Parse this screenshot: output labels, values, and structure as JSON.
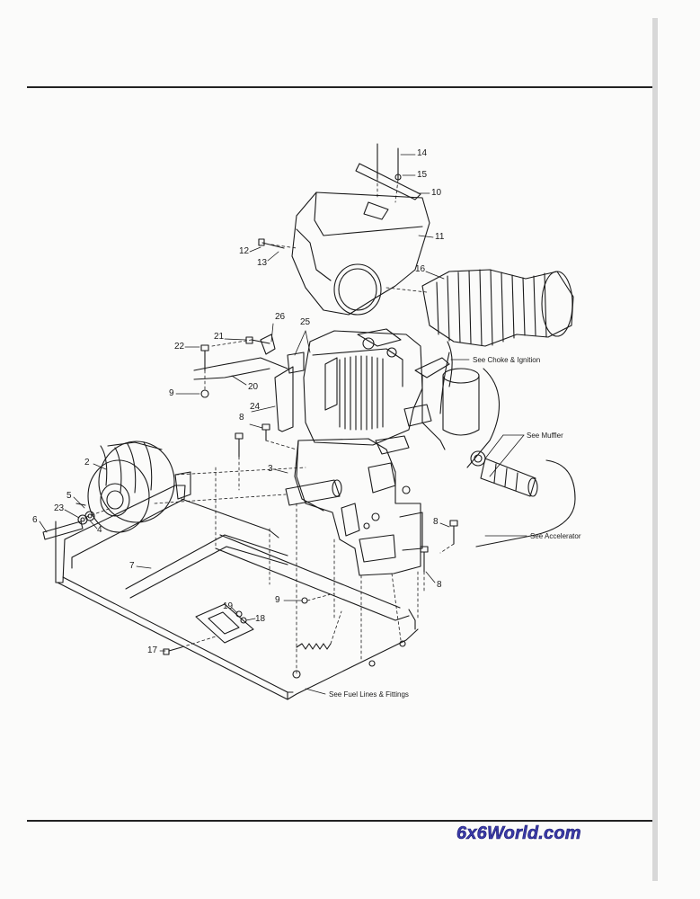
{
  "callouts": [
    "14",
    "15",
    "10",
    "11",
    "12",
    "13",
    "16",
    "26",
    "25",
    "21",
    "22",
    "20",
    "9",
    "24",
    "8",
    "3",
    "2",
    "5",
    "23",
    "6",
    "4",
    "7",
    "19",
    "18",
    "17",
    "8",
    "8",
    "9"
  ],
  "notes": {
    "choke_ignition": "See Choke & Ignition",
    "muffler": "See Muffler",
    "accelerator": "See Accelerator",
    "fuel_lines": "See Fuel Lines & Fittings"
  },
  "watermark": "6x6World.com",
  "colors": {
    "ink": "#1a1a1a",
    "watermark": "#3a3aa8"
  }
}
